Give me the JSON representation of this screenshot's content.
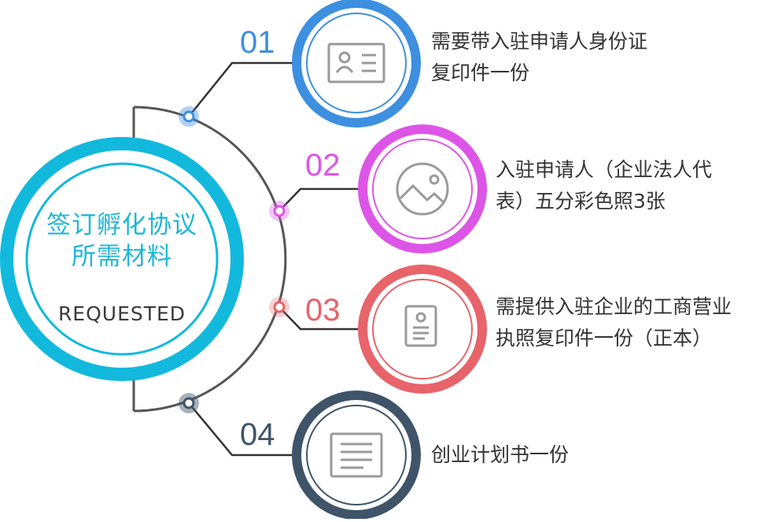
{
  "center": {
    "title_line1": "签订孵化协议",
    "title_line2": "所需材料",
    "subtitle": "REQUESTED"
  },
  "items": [
    {
      "number": "01",
      "text": "需要带入驻申请人身份证\n复印件一份",
      "color": "#3d8fe0",
      "icon": "id-card-icon"
    },
    {
      "number": "02",
      "text": "入驻申请人（企业法人代\n表）五分彩色照3张",
      "color": "#dd55e6",
      "icon": "photo-icon"
    },
    {
      "number": "03",
      "text": "需提供入驻企业的工商营业\n执照复印件一份（正本）",
      "color": "#e8636a",
      "icon": "license-icon"
    },
    {
      "number": "04",
      "text": "创业计划书一份",
      "color": "#3f5468",
      "icon": "document-icon"
    }
  ],
  "colors": {
    "center_ring": "#12b9dc",
    "connector": "#333333"
  }
}
